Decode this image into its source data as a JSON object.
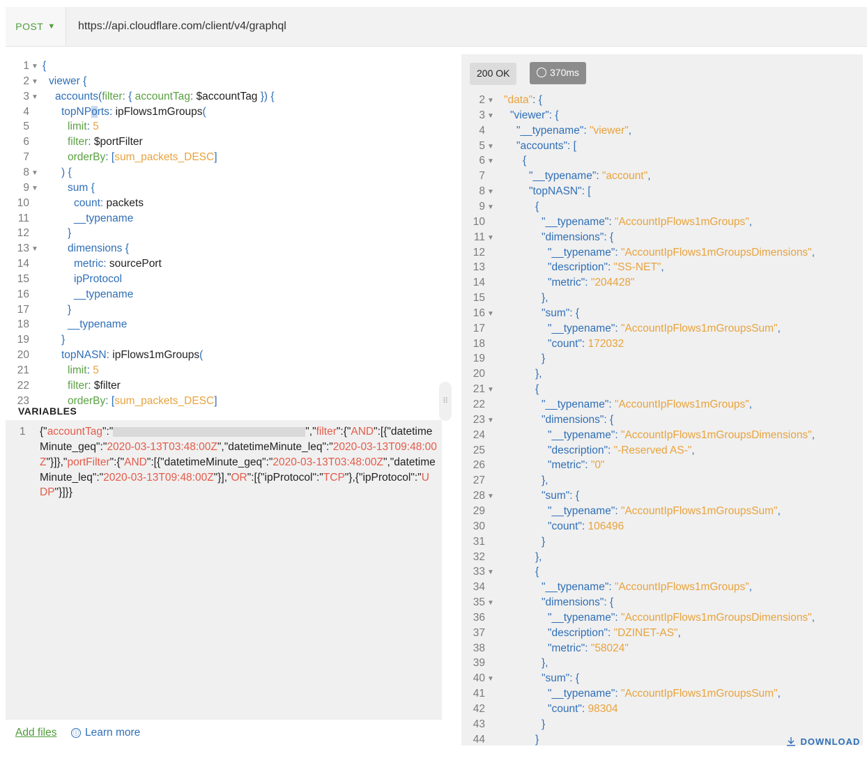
{
  "request": {
    "method": "POST",
    "url": "https://api.cloudflare.com/client/v4/graphql"
  },
  "query_editor": {
    "lines": [
      {
        "n": "1",
        "fold": true,
        "indent": 0,
        "segs": [
          [
            "p",
            "{"
          ]
        ]
      },
      {
        "n": "2",
        "fold": true,
        "indent": 1,
        "segs": [
          [
            "k",
            "viewer"
          ],
          [
            "p",
            " {"
          ]
        ]
      },
      {
        "n": "3",
        "fold": true,
        "indent": 2,
        "segs": [
          [
            "k",
            "accounts"
          ],
          [
            "p",
            "("
          ],
          [
            "g",
            "filter"
          ],
          [
            "p",
            ": { "
          ],
          [
            "g",
            "accountTag"
          ],
          [
            "p",
            ": "
          ],
          [
            "d",
            "$accountTag"
          ],
          [
            "p",
            " }) {"
          ]
        ]
      },
      {
        "n": "4",
        "fold": false,
        "indent": 3,
        "segs": [
          [
            "k",
            "topNP"
          ],
          [
            "cursor",
            "o"
          ],
          [
            "k",
            "rts"
          ],
          [
            "p",
            ": "
          ],
          [
            "d",
            "ipFlows1mGroups"
          ],
          [
            "p",
            "("
          ]
        ]
      },
      {
        "n": "5",
        "fold": false,
        "indent": 4,
        "segs": [
          [
            "g",
            "limit"
          ],
          [
            "p",
            ": "
          ],
          [
            "o",
            "5"
          ]
        ]
      },
      {
        "n": "6",
        "fold": false,
        "indent": 4,
        "segs": [
          [
            "g",
            "filter"
          ],
          [
            "p",
            ": "
          ],
          [
            "d",
            "$portFilter"
          ]
        ]
      },
      {
        "n": "7",
        "fold": false,
        "indent": 4,
        "segs": [
          [
            "g",
            "orderBy"
          ],
          [
            "p",
            ": ["
          ],
          [
            "o",
            "sum_packets_DESC"
          ],
          [
            "p",
            "]"
          ]
        ]
      },
      {
        "n": "8",
        "fold": true,
        "indent": 3,
        "segs": [
          [
            "p",
            ") {"
          ]
        ]
      },
      {
        "n": "9",
        "fold": true,
        "indent": 4,
        "segs": [
          [
            "k",
            "sum"
          ],
          [
            "p",
            " {"
          ]
        ]
      },
      {
        "n": "10",
        "fold": false,
        "indent": 5,
        "segs": [
          [
            "k",
            "count"
          ],
          [
            "p",
            ": "
          ],
          [
            "d",
            "packets"
          ]
        ]
      },
      {
        "n": "11",
        "fold": false,
        "indent": 5,
        "segs": [
          [
            "k",
            "__typename"
          ]
        ]
      },
      {
        "n": "12",
        "fold": false,
        "indent": 4,
        "segs": [
          [
            "p",
            "}"
          ]
        ]
      },
      {
        "n": "13",
        "fold": true,
        "indent": 4,
        "segs": [
          [
            "k",
            "dimensions"
          ],
          [
            "p",
            " {"
          ]
        ]
      },
      {
        "n": "14",
        "fold": false,
        "indent": 5,
        "segs": [
          [
            "k",
            "metric"
          ],
          [
            "p",
            ": "
          ],
          [
            "d",
            "sourcePort"
          ]
        ]
      },
      {
        "n": "15",
        "fold": false,
        "indent": 5,
        "segs": [
          [
            "k",
            "ipProtocol"
          ]
        ]
      },
      {
        "n": "16",
        "fold": false,
        "indent": 5,
        "segs": [
          [
            "k",
            "__typename"
          ]
        ]
      },
      {
        "n": "17",
        "fold": false,
        "indent": 4,
        "segs": [
          [
            "p",
            "}"
          ]
        ]
      },
      {
        "n": "18",
        "fold": false,
        "indent": 4,
        "segs": [
          [
            "k",
            "__typename"
          ]
        ]
      },
      {
        "n": "19",
        "fold": false,
        "indent": 3,
        "segs": [
          [
            "p",
            "}"
          ]
        ]
      },
      {
        "n": "20",
        "fold": false,
        "indent": 3,
        "segs": [
          [
            "k",
            "topNASN"
          ],
          [
            "p",
            ": "
          ],
          [
            "d",
            "ipFlows1mGroups"
          ],
          [
            "p",
            "("
          ]
        ]
      },
      {
        "n": "21",
        "fold": false,
        "indent": 4,
        "segs": [
          [
            "g",
            "limit"
          ],
          [
            "p",
            ": "
          ],
          [
            "o",
            "5"
          ]
        ]
      },
      {
        "n": "22",
        "fold": false,
        "indent": 4,
        "segs": [
          [
            "g",
            "filter"
          ],
          [
            "p",
            ": "
          ],
          [
            "d",
            "$filter"
          ]
        ]
      },
      {
        "n": "23",
        "fold": false,
        "indent": 4,
        "segs": [
          [
            "g",
            "orderBy"
          ],
          [
            "p",
            ": ["
          ],
          [
            "o",
            "sum_packets_DESC"
          ],
          [
            "p",
            "]"
          ]
        ]
      }
    ]
  },
  "variables": {
    "title": "VARIABLES",
    "line_number": "1",
    "segs": [
      [
        "d",
        "{\""
      ],
      [
        "r",
        "accountTag"
      ],
      [
        "d",
        "\":\""
      ],
      [
        "redact",
        ""
      ],
      [
        "d",
        "\",\""
      ],
      [
        "r",
        "filter"
      ],
      [
        "d",
        "\":{\""
      ],
      [
        "r",
        "AND"
      ],
      [
        "d",
        "\":[{\"datetimeMinute_geq\":\""
      ],
      [
        "r",
        "2020-03-13T03:48:00Z"
      ],
      [
        "d",
        "\",\"datetimeMinute_leq\":\""
      ],
      [
        "r",
        "2020-03-13T09:48:00Z"
      ],
      [
        "d",
        "\"}]},\""
      ],
      [
        "r",
        "portFilter"
      ],
      [
        "d",
        "\":{\""
      ],
      [
        "r",
        "AND"
      ],
      [
        "d",
        "\":[{\"datetimeMinute_geq\":\""
      ],
      [
        "r",
        "2020-03-13T03:48:00Z"
      ],
      [
        "d",
        "\",\"datetimeMinute_leq\":\""
      ],
      [
        "r",
        "2020-03-13T09:48:00Z"
      ],
      [
        "d",
        "\"}],\""
      ],
      [
        "r",
        "OR"
      ],
      [
        "d",
        "\":[{\"ipProtocol\":\""
      ],
      [
        "r",
        "TCP"
      ],
      [
        "d",
        "\"},{\"ipProtocol\":\""
      ],
      [
        "r",
        "UDP"
      ],
      [
        "d",
        "\"}]}}"
      ]
    ]
  },
  "footer": {
    "add_files": "Add files",
    "learn_more": "Learn more",
    "info_icon": "ⓘ"
  },
  "response": {
    "status": "200 OK",
    "time": "370ms",
    "download": "DOWNLOAD",
    "lines": [
      {
        "n": "2",
        "fold": true,
        "indent": 1,
        "segs": [
          [
            "o",
            "\"data\""
          ],
          [
            "k",
            ": {"
          ]
        ]
      },
      {
        "n": "3",
        "fold": true,
        "indent": 2,
        "segs": [
          [
            "k",
            "\"viewer\": {"
          ]
        ]
      },
      {
        "n": "4",
        "fold": false,
        "indent": 3,
        "segs": [
          [
            "k",
            "\"__typename\": "
          ],
          [
            "o",
            "\"viewer\""
          ],
          [
            "k",
            ","
          ]
        ]
      },
      {
        "n": "5",
        "fold": true,
        "indent": 3,
        "segs": [
          [
            "k",
            "\"accounts\": ["
          ]
        ]
      },
      {
        "n": "6",
        "fold": true,
        "indent": 4,
        "segs": [
          [
            "k",
            "{"
          ]
        ]
      },
      {
        "n": "7",
        "fold": false,
        "indent": 5,
        "segs": [
          [
            "k",
            "\"__typename\": "
          ],
          [
            "o",
            "\"account\""
          ],
          [
            "k",
            ","
          ]
        ]
      },
      {
        "n": "8",
        "fold": true,
        "indent": 5,
        "segs": [
          [
            "k",
            "\"topNASN\": ["
          ]
        ]
      },
      {
        "n": "9",
        "fold": true,
        "indent": 6,
        "segs": [
          [
            "k",
            "{"
          ]
        ]
      },
      {
        "n": "10",
        "fold": false,
        "indent": 7,
        "segs": [
          [
            "k",
            "\"__typename\": "
          ],
          [
            "o",
            "\"AccountIpFlows1mGroups\""
          ],
          [
            "k",
            ","
          ]
        ]
      },
      {
        "n": "11",
        "fold": true,
        "indent": 7,
        "segs": [
          [
            "k",
            "\"dimensions\": {"
          ]
        ]
      },
      {
        "n": "12",
        "fold": false,
        "indent": 8,
        "segs": [
          [
            "k",
            "\"__typename\": "
          ],
          [
            "o",
            "\"AccountIpFlows1mGroupsDimensions\""
          ],
          [
            "k",
            ","
          ]
        ]
      },
      {
        "n": "13",
        "fold": false,
        "indent": 8,
        "segs": [
          [
            "k",
            "\"description\": "
          ],
          [
            "o",
            "\"SS-NET\""
          ],
          [
            "k",
            ","
          ]
        ]
      },
      {
        "n": "14",
        "fold": false,
        "indent": 8,
        "segs": [
          [
            "k",
            "\"metric\": "
          ],
          [
            "o",
            "\"204428\""
          ]
        ]
      },
      {
        "n": "15",
        "fold": false,
        "indent": 7,
        "segs": [
          [
            "k",
            "},"
          ]
        ]
      },
      {
        "n": "16",
        "fold": true,
        "indent": 7,
        "segs": [
          [
            "k",
            "\"sum\": {"
          ]
        ]
      },
      {
        "n": "17",
        "fold": false,
        "indent": 8,
        "segs": [
          [
            "k",
            "\"__typename\": "
          ],
          [
            "o",
            "\"AccountIpFlows1mGroupsSum\""
          ],
          [
            "k",
            ","
          ]
        ]
      },
      {
        "n": "18",
        "fold": false,
        "indent": 8,
        "segs": [
          [
            "k",
            "\"count\": "
          ],
          [
            "o",
            "172032"
          ]
        ]
      },
      {
        "n": "19",
        "fold": false,
        "indent": 7,
        "segs": [
          [
            "k",
            "}"
          ]
        ]
      },
      {
        "n": "20",
        "fold": false,
        "indent": 6,
        "segs": [
          [
            "k",
            "},"
          ]
        ]
      },
      {
        "n": "21",
        "fold": true,
        "indent": 6,
        "segs": [
          [
            "k",
            "{"
          ]
        ]
      },
      {
        "n": "22",
        "fold": false,
        "indent": 7,
        "segs": [
          [
            "k",
            "\"__typename\": "
          ],
          [
            "o",
            "\"AccountIpFlows1mGroups\""
          ],
          [
            "k",
            ","
          ]
        ]
      },
      {
        "n": "23",
        "fold": true,
        "indent": 7,
        "segs": [
          [
            "k",
            "\"dimensions\": {"
          ]
        ]
      },
      {
        "n": "24",
        "fold": false,
        "indent": 8,
        "segs": [
          [
            "k",
            "\"__typename\": "
          ],
          [
            "o",
            "\"AccountIpFlows1mGroupsDimensions\""
          ],
          [
            "k",
            ","
          ]
        ]
      },
      {
        "n": "25",
        "fold": false,
        "indent": 8,
        "segs": [
          [
            "k",
            "\"description\": "
          ],
          [
            "o",
            "\"-Reserved AS-\""
          ],
          [
            "k",
            ","
          ]
        ]
      },
      {
        "n": "26",
        "fold": false,
        "indent": 8,
        "segs": [
          [
            "k",
            "\"metric\": "
          ],
          [
            "o",
            "\"0\""
          ]
        ]
      },
      {
        "n": "27",
        "fold": false,
        "indent": 7,
        "segs": [
          [
            "k",
            "},"
          ]
        ]
      },
      {
        "n": "28",
        "fold": true,
        "indent": 7,
        "segs": [
          [
            "k",
            "\"sum\": {"
          ]
        ]
      },
      {
        "n": "29",
        "fold": false,
        "indent": 8,
        "segs": [
          [
            "k",
            "\"__typename\": "
          ],
          [
            "o",
            "\"AccountIpFlows1mGroupsSum\""
          ],
          [
            "k",
            ","
          ]
        ]
      },
      {
        "n": "30",
        "fold": false,
        "indent": 8,
        "segs": [
          [
            "k",
            "\"count\": "
          ],
          [
            "o",
            "106496"
          ]
        ]
      },
      {
        "n": "31",
        "fold": false,
        "indent": 7,
        "segs": [
          [
            "k",
            "}"
          ]
        ]
      },
      {
        "n": "32",
        "fold": false,
        "indent": 6,
        "segs": [
          [
            "k",
            "},"
          ]
        ]
      },
      {
        "n": "33",
        "fold": true,
        "indent": 6,
        "segs": [
          [
            "k",
            "{"
          ]
        ]
      },
      {
        "n": "34",
        "fold": false,
        "indent": 7,
        "segs": [
          [
            "k",
            "\"__typename\": "
          ],
          [
            "o",
            "\"AccountIpFlows1mGroups\""
          ],
          [
            "k",
            ","
          ]
        ]
      },
      {
        "n": "35",
        "fold": true,
        "indent": 7,
        "segs": [
          [
            "k",
            "\"dimensions\": {"
          ]
        ]
      },
      {
        "n": "36",
        "fold": false,
        "indent": 8,
        "segs": [
          [
            "k",
            "\"__typename\": "
          ],
          [
            "o",
            "\"AccountIpFlows1mGroupsDimensions\""
          ],
          [
            "k",
            ","
          ]
        ]
      },
      {
        "n": "37",
        "fold": false,
        "indent": 8,
        "segs": [
          [
            "k",
            "\"description\": "
          ],
          [
            "o",
            "\"DZINET-AS\""
          ],
          [
            "k",
            ","
          ]
        ]
      },
      {
        "n": "38",
        "fold": false,
        "indent": 8,
        "segs": [
          [
            "k",
            "\"metric\": "
          ],
          [
            "o",
            "\"58024\""
          ]
        ]
      },
      {
        "n": "39",
        "fold": false,
        "indent": 7,
        "segs": [
          [
            "k",
            "},"
          ]
        ]
      },
      {
        "n": "40",
        "fold": true,
        "indent": 7,
        "segs": [
          [
            "k",
            "\"sum\": {"
          ]
        ]
      },
      {
        "n": "41",
        "fold": false,
        "indent": 8,
        "segs": [
          [
            "k",
            "\"__typename\": "
          ],
          [
            "o",
            "\"AccountIpFlows1mGroupsSum\""
          ],
          [
            "k",
            ","
          ]
        ]
      },
      {
        "n": "42",
        "fold": false,
        "indent": 8,
        "segs": [
          [
            "k",
            "\"count\": "
          ],
          [
            "o",
            "98304"
          ]
        ]
      },
      {
        "n": "43",
        "fold": false,
        "indent": 7,
        "segs": [
          [
            "k",
            "}"
          ]
        ]
      },
      {
        "n": "44",
        "fold": false,
        "indent": 6,
        "segs": [
          [
            "k",
            "}"
          ]
        ]
      }
    ]
  }
}
